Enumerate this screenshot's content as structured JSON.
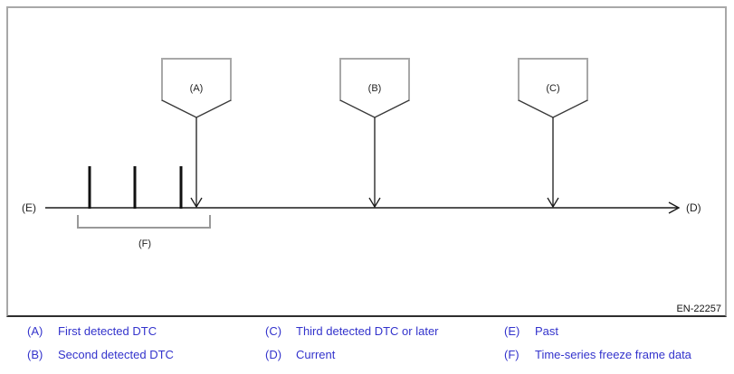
{
  "figure": {
    "code": "EN-22257",
    "callouts": [
      {
        "label": "(A)"
      },
      {
        "label": "(B)"
      },
      {
        "label": "(C)"
      }
    ],
    "axis": {
      "left": "(E)",
      "right": "(D)"
    },
    "bracket": "(F)"
  },
  "legend": {
    "items": [
      {
        "key": "(A)",
        "text": "First detected DTC"
      },
      {
        "key": "(B)",
        "text": "Second detected DTC"
      },
      {
        "key": "(C)",
        "text": "Third detected DTC or later"
      },
      {
        "key": "(D)",
        "text": "Current"
      },
      {
        "key": "(E)",
        "text": "Past"
      },
      {
        "key": "(F)",
        "text": "Time-series freeze frame data"
      }
    ]
  },
  "colors": {
    "legend_text": "#3333cc",
    "diagram_line": "#1a1a1a",
    "frame_border": "#a8a8a8",
    "balloon_edge_light": "#a8a8a8",
    "balloon_edge_dark": "#3a3a3a"
  }
}
